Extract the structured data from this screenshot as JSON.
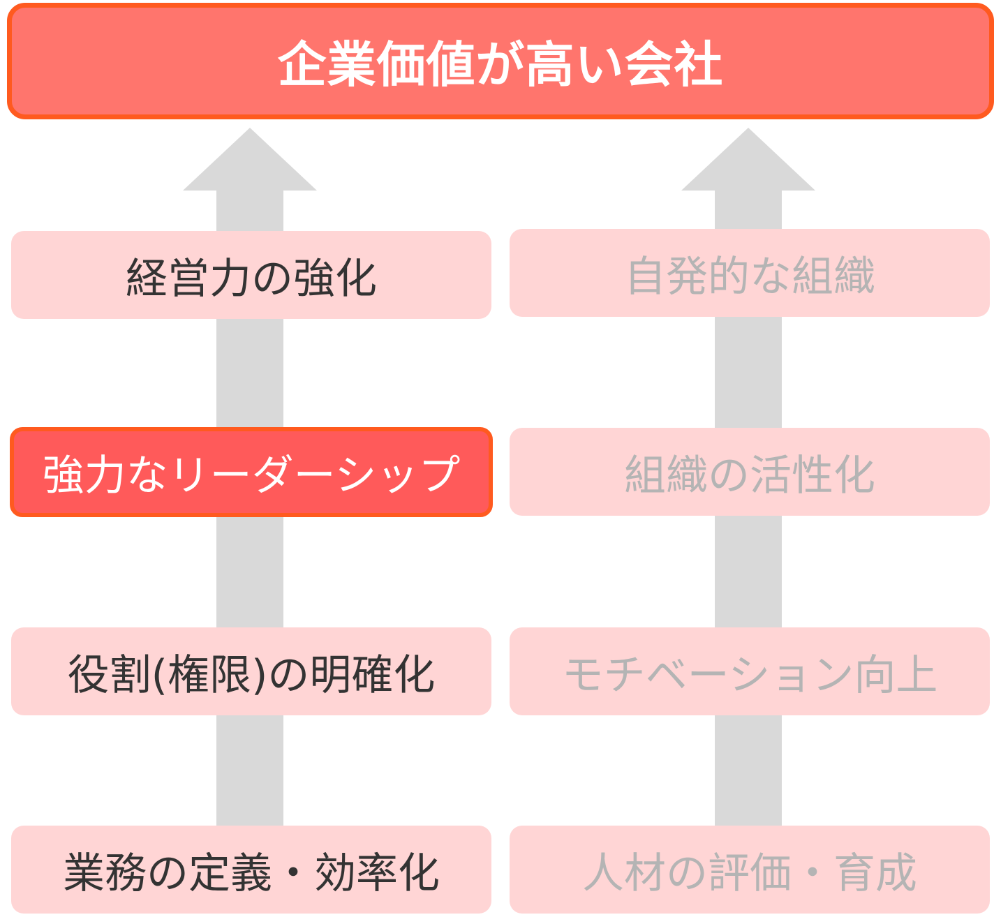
{
  "title": "企業価値が高い会社",
  "left_column": {
    "items": [
      {
        "label": "経営力の強化"
      },
      {
        "label": "強力なリーダーシップ",
        "highlighted": true
      },
      {
        "label": "役割(権限)の明確化"
      },
      {
        "label": "業務の定義・効率化"
      }
    ]
  },
  "right_column": {
    "items": [
      {
        "label": "自発的な組織"
      },
      {
        "label": "組織の活性化"
      },
      {
        "label": "モチベーション向上"
      },
      {
        "label": "人材の評価・育成"
      }
    ]
  },
  "colors": {
    "title_fill": "#ff756d",
    "title_border": "#ff5a1f",
    "box_fill": "#ffd5d5",
    "highlight_fill": "#ff5a5a",
    "arrow": "#d9d9d9",
    "left_text": "#333333",
    "right_text": "#b4b4b4"
  },
  "icons": [
    "up-arrow-icon"
  ]
}
